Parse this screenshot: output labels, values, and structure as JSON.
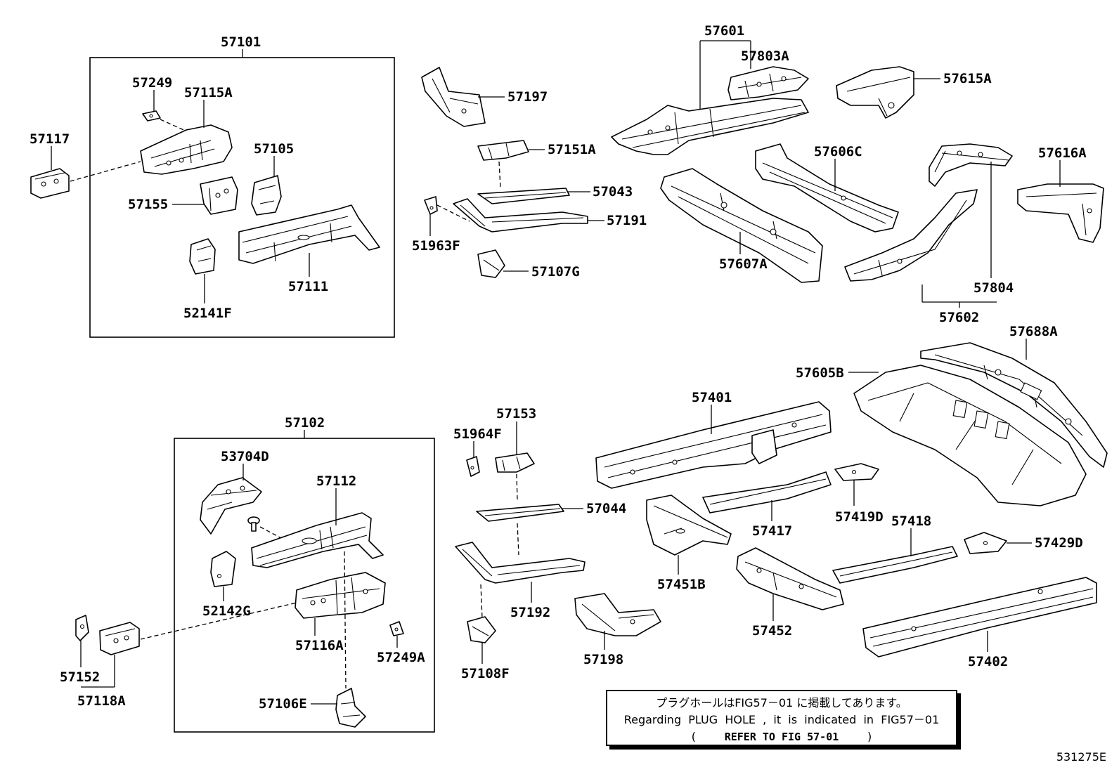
{
  "parts": {
    "p57101": "57101",
    "p57249": "57249",
    "p57115A": "57115A",
    "p57117": "57117",
    "p57105": "57105",
    "p57155": "57155",
    "p57111": "57111",
    "p52141F": "52141F",
    "p57197": "57197",
    "p57151A": "57151A",
    "p57043": "57043",
    "p51963F": "51963F",
    "p57191": "57191",
    "p57107G": "57107G",
    "p57601": "57601",
    "p57803A": "57803A",
    "p57615A": "57615A",
    "p57606C": "57606C",
    "p57616A": "57616A",
    "p57607A": "57607A",
    "p57804": "57804",
    "p57602": "57602",
    "p57688A": "57688A",
    "p57605B": "57605B",
    "p57401": "57401",
    "p57417": "57417",
    "p57419D": "57419D",
    "p57418": "57418",
    "p57429D": "57429D",
    "p57451B": "57451B",
    "p57452": "57452",
    "p57402": "57402",
    "p51964F": "51964F",
    "p57153": "57153",
    "p57044": "57044",
    "p57192": "57192",
    "p57108F": "57108F",
    "p57198": "57198",
    "p57102": "57102",
    "p53704D": "53704D",
    "p57112": "57112",
    "p52142G": "52142G",
    "p57116A": "57116A",
    "p57249A": "57249A",
    "p57106E": "57106E",
    "p57152": "57152",
    "p57118A": "57118A"
  },
  "note": {
    "line1": "プラグホールはFIG57－01 に掲載してあります。",
    "line2": "Regarding  PLUG  HOLE  ,  it  is  indicated  in  FIG57－01",
    "line3_open": "(",
    "line3_ref": "REFER TO FIG 57-01",
    "line3_close": ")"
  },
  "figure_code": "531275E"
}
